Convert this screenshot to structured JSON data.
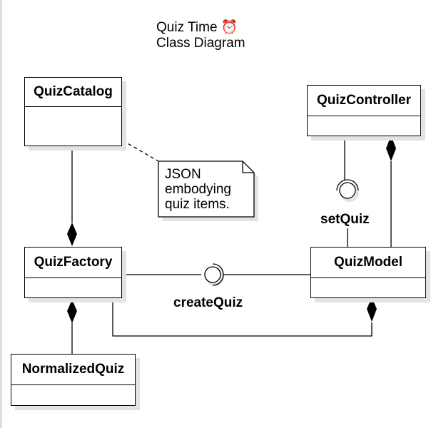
{
  "title": {
    "line1": "Quiz Time ⏰",
    "line2": "Class Diagram"
  },
  "classes": {
    "quiz_catalog": "QuizCatalog",
    "quiz_controller": "QuizController",
    "quiz_factory": "QuizFactory",
    "quiz_model": "QuizModel",
    "normalized_quiz": "NormalizedQuiz"
  },
  "interfaces": {
    "set_quiz": "setQuiz",
    "create_quiz": "createQuiz"
  },
  "note": {
    "line1": "JSON",
    "line2": "embodying",
    "line3": "quiz items."
  },
  "colors": {
    "line": "#000000",
    "shadow": "#e3e3e3",
    "background": "#ffffff"
  }
}
